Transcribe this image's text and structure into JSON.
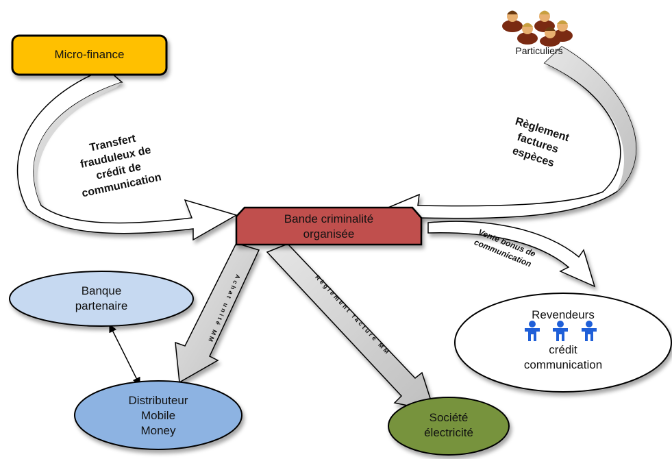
{
  "nodes": {
    "micro_finance": "Micro-finance",
    "particuliers": "Particuliers",
    "bande_line1": "Bande criminalité",
    "bande_line2": "organisée",
    "banque_line1": "Banque",
    "banque_line2": "partenaire",
    "distributeur_line1": "Distributeur",
    "distributeur_line2": "Mobile",
    "distributeur_line3": "Money",
    "societe_line1": "Société",
    "societe_line2": "électricité",
    "revendeurs_line1": "Revendeurs",
    "revendeurs_line2": "crédit",
    "revendeurs_line3": "communication"
  },
  "arrows": {
    "transfert_line1": "Transfert",
    "transfert_line2": "frauduleux de",
    "transfert_line3": "crédit de",
    "transfert_line4": "communication",
    "reglement_line1": "Règlement",
    "reglement_line2": "factures",
    "reglement_line3": "espèces",
    "vente_line1": "Vente bonus de",
    "vente_line2": "communication",
    "achat": "Achat unité MM",
    "reglement_facture": "Règlement facture MM"
  },
  "colors": {
    "micro_finance": "#FFC000",
    "bande": "#C0504D",
    "banque": "#C6D9F1",
    "distributeur": "#8DB3E2",
    "societe": "#77933C",
    "arrow_fill": "#D0D0D0",
    "person_icon": "#1F5FD8"
  },
  "icons": [
    "business-people-icon",
    "people-icon"
  ]
}
